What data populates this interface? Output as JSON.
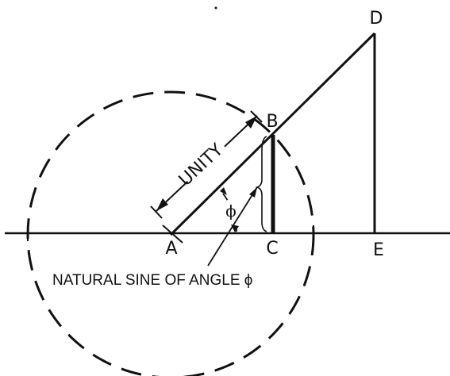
{
  "points": {
    "A": "A",
    "B": "B",
    "C": "C",
    "D": "D",
    "E": "E"
  },
  "labels": {
    "unity": "UNITY",
    "angle_symbol": "ϕ",
    "caption": "NATURAL SINE OF ANGLE ϕ"
  }
}
